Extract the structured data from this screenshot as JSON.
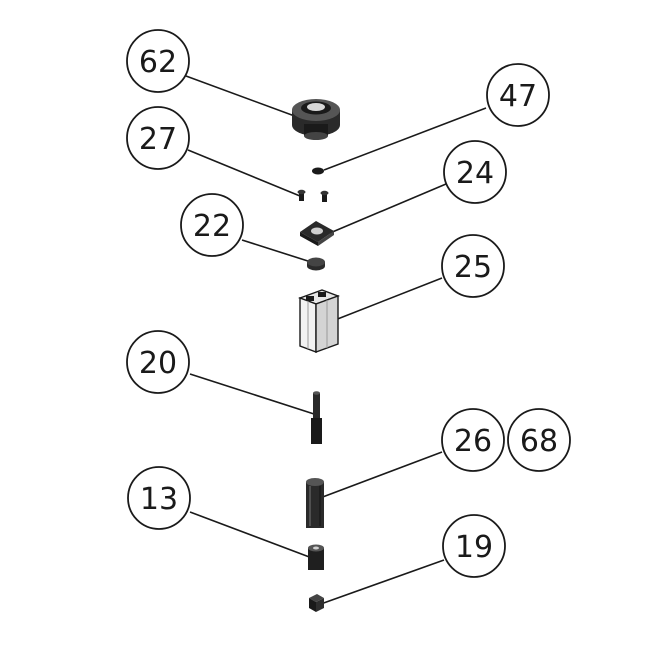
{
  "callouts": {
    "c62": "62",
    "c47": "47",
    "c27": "27",
    "c24": "24",
    "c22": "22",
    "c25": "25",
    "c20": "20",
    "c26": "26",
    "c68": "68",
    "c13": "13",
    "c19": "19"
  },
  "colors": {
    "ink": "#1a1a1a",
    "part_light": "#f2f2f2",
    "part_mid": "#bdbdbd",
    "part_dark": "#2a2a2a"
  }
}
